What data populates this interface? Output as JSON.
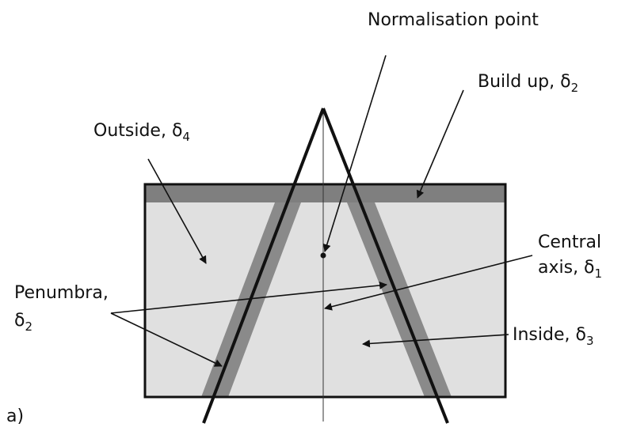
{
  "labels": {
    "normalisation_point": "Normalisation point",
    "build_up": {
      "text": "Build up, δ",
      "sub": "2"
    },
    "outside": {
      "text": "Outside, δ",
      "sub": "4"
    },
    "central_axis": {
      "line1": "Central",
      "line2": "axis, δ",
      "sub": "1"
    },
    "penumbra": {
      "line1": "Penumbra,",
      "line2": "δ",
      "sub": "2"
    },
    "inside": {
      "text": "Inside, δ",
      "sub": "3"
    },
    "panel": "a)"
  },
  "colors": {
    "phantom_fill": "#e0e0e0",
    "build_up_fill": "#7f7f7f",
    "penumbra_fill": "#8a8a8a",
    "stroke": "#111111",
    "background": "#ffffff"
  }
}
